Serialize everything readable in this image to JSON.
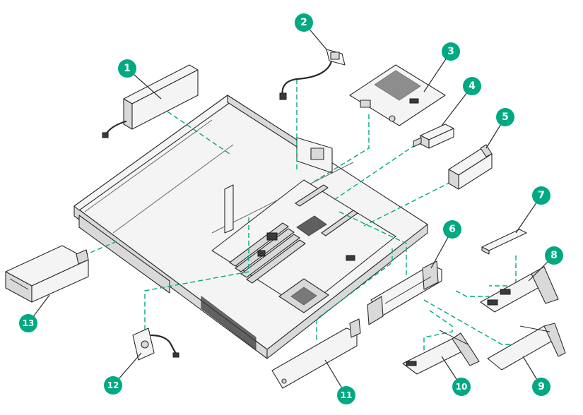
{
  "callouts": [
    {
      "id": "1",
      "label": "1"
    },
    {
      "id": "2",
      "label": "2"
    },
    {
      "id": "3",
      "label": "3"
    },
    {
      "id": "4",
      "label": "4"
    },
    {
      "id": "5",
      "label": "5"
    },
    {
      "id": "6",
      "label": "6"
    },
    {
      "id": "7",
      "label": "7"
    },
    {
      "id": "8",
      "label": "8"
    },
    {
      "id": "9",
      "label": "9"
    },
    {
      "id": "10",
      "label": "10"
    },
    {
      "id": "11",
      "label": "11"
    },
    {
      "id": "12",
      "label": "12"
    },
    {
      "id": "13",
      "label": "13"
    }
  ],
  "colors": {
    "callout_fill": "#01a982",
    "callout_text": "#ffffff",
    "leader_line": "#01a982",
    "line_art": "#2a2a2a"
  }
}
